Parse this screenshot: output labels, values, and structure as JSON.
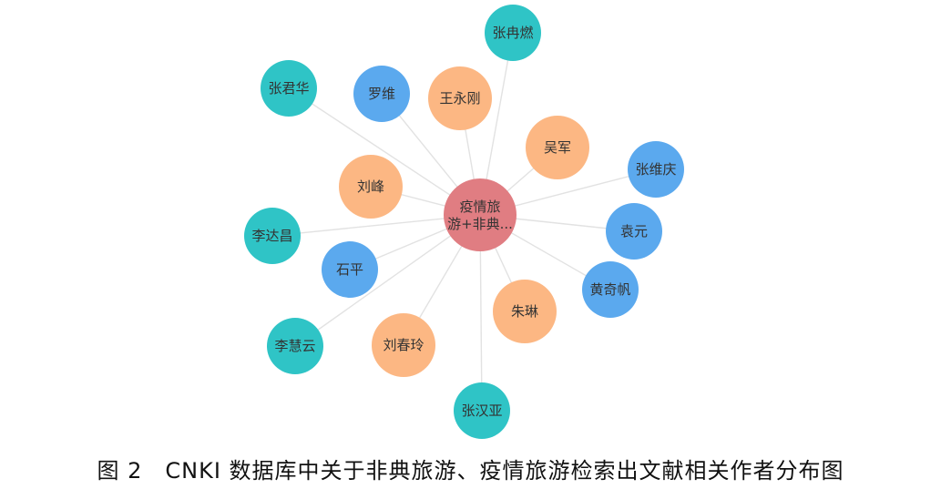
{
  "colors": {
    "center": "#e07d82",
    "orange": "#fcb783",
    "blue": "#5ba9ee",
    "teal": "#2fc4c6",
    "edge": "#e2e2e2"
  },
  "center": {
    "lines": [
      "疫情旅",
      "游+非典..."
    ]
  },
  "nodes": [
    {
      "label": "张冉燃",
      "group": "teal"
    },
    {
      "label": "罗维",
      "group": "blue"
    },
    {
      "label": "王永刚",
      "group": "orange"
    },
    {
      "label": "张君华",
      "group": "teal"
    },
    {
      "label": "吴军",
      "group": "orange"
    },
    {
      "label": "张维庆",
      "group": "blue"
    },
    {
      "label": "刘峰",
      "group": "orange"
    },
    {
      "label": "袁元",
      "group": "blue"
    },
    {
      "label": "李达昌",
      "group": "teal"
    },
    {
      "label": "石平",
      "group": "blue"
    },
    {
      "label": "黄奇帆",
      "group": "blue"
    },
    {
      "label": "朱琳",
      "group": "orange"
    },
    {
      "label": "李慧云",
      "group": "teal"
    },
    {
      "label": "刘春玲",
      "group": "orange"
    },
    {
      "label": "张汉亚",
      "group": "teal"
    }
  ],
  "caption": "图 2　CNKI 数据库中关于非典旅游、疫情旅游检索出文献相关作者分布图"
}
